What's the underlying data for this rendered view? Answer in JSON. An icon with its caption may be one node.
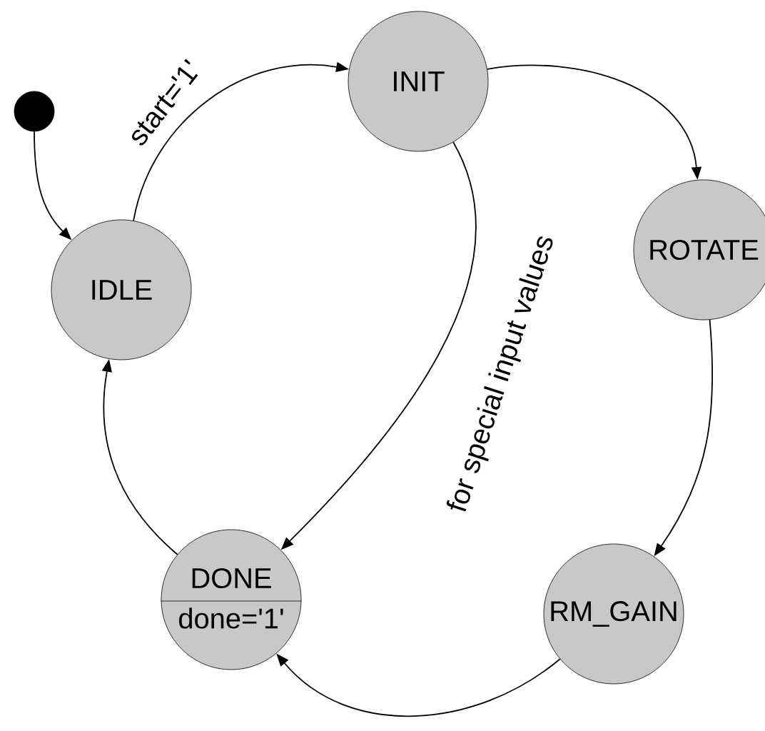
{
  "diagram": {
    "nodes": [
      {
        "text": [],
        "shape": "circle"
      },
      {
        "text": [
          "IDLE"
        ]
      },
      {
        "text": [
          "INIT"
        ]
      },
      {
        "text": [
          "ROTATE"
        ]
      },
      {
        "text": [
          "RM_GAIN"
        ]
      },
      {
        "text": [
          "DONE",
          "done='1'"
        ]
      }
    ],
    "edges": [
      {
        "from": 0,
        "to": 1,
        "arrow": "to"
      },
      {
        "from": 1,
        "to": 2,
        "arrow": "to",
        "label": "start='1'"
      },
      {
        "from": 2,
        "to": 3,
        "arrow": "to"
      },
      {
        "from": 3,
        "to": 4,
        "arrow": "to"
      },
      {
        "from": 4,
        "to": 5,
        "arrow": "to"
      },
      {
        "from": 2,
        "to": 5,
        "arrow": "to",
        "label": "for special input values"
      },
      {
        "from": 5,
        "to": 1,
        "arrow": "to"
      }
    ]
  }
}
